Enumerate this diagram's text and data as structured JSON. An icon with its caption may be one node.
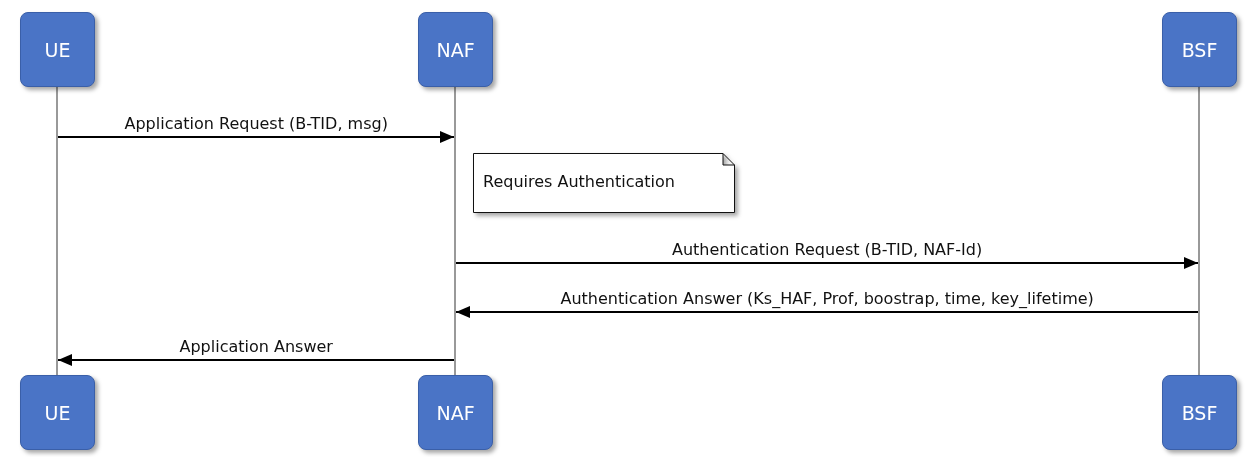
{
  "diagram": {
    "nodes": [
      {
        "text": [
          "UE"
        ]
      },
      {
        "text": [
          "NAF"
        ]
      },
      {
        "text": [
          "BSF"
        ]
      },
      {
        "text": [],
        "shape": "line"
      },
      {
        "text": [],
        "shape": "line"
      },
      {
        "text": [],
        "shape": "line"
      },
      {
        "text": [
          "Requires Authentication"
        ]
      },
      {
        "text": [
          "UE"
        ]
      },
      {
        "text": [
          "NAF"
        ]
      },
      {
        "text": [
          "BSF"
        ]
      }
    ],
    "edges": [
      {
        "from": 3,
        "to": 4,
        "arrow": "to",
        "label": "Application Request (B-TID, msg)"
      },
      {
        "from": 4,
        "to": 5,
        "arrow": "to",
        "label": "Authentication Request (B-TID, NAF-Id)"
      },
      {
        "from": 5,
        "to": 4,
        "arrow": "to",
        "label": "Authentication Answer (Ks_HAF, Prof, boostrap, time, key_lifetime)"
      },
      {
        "from": 4,
        "to": 3,
        "arrow": "to",
        "label": "Application Answer"
      }
    ]
  }
}
